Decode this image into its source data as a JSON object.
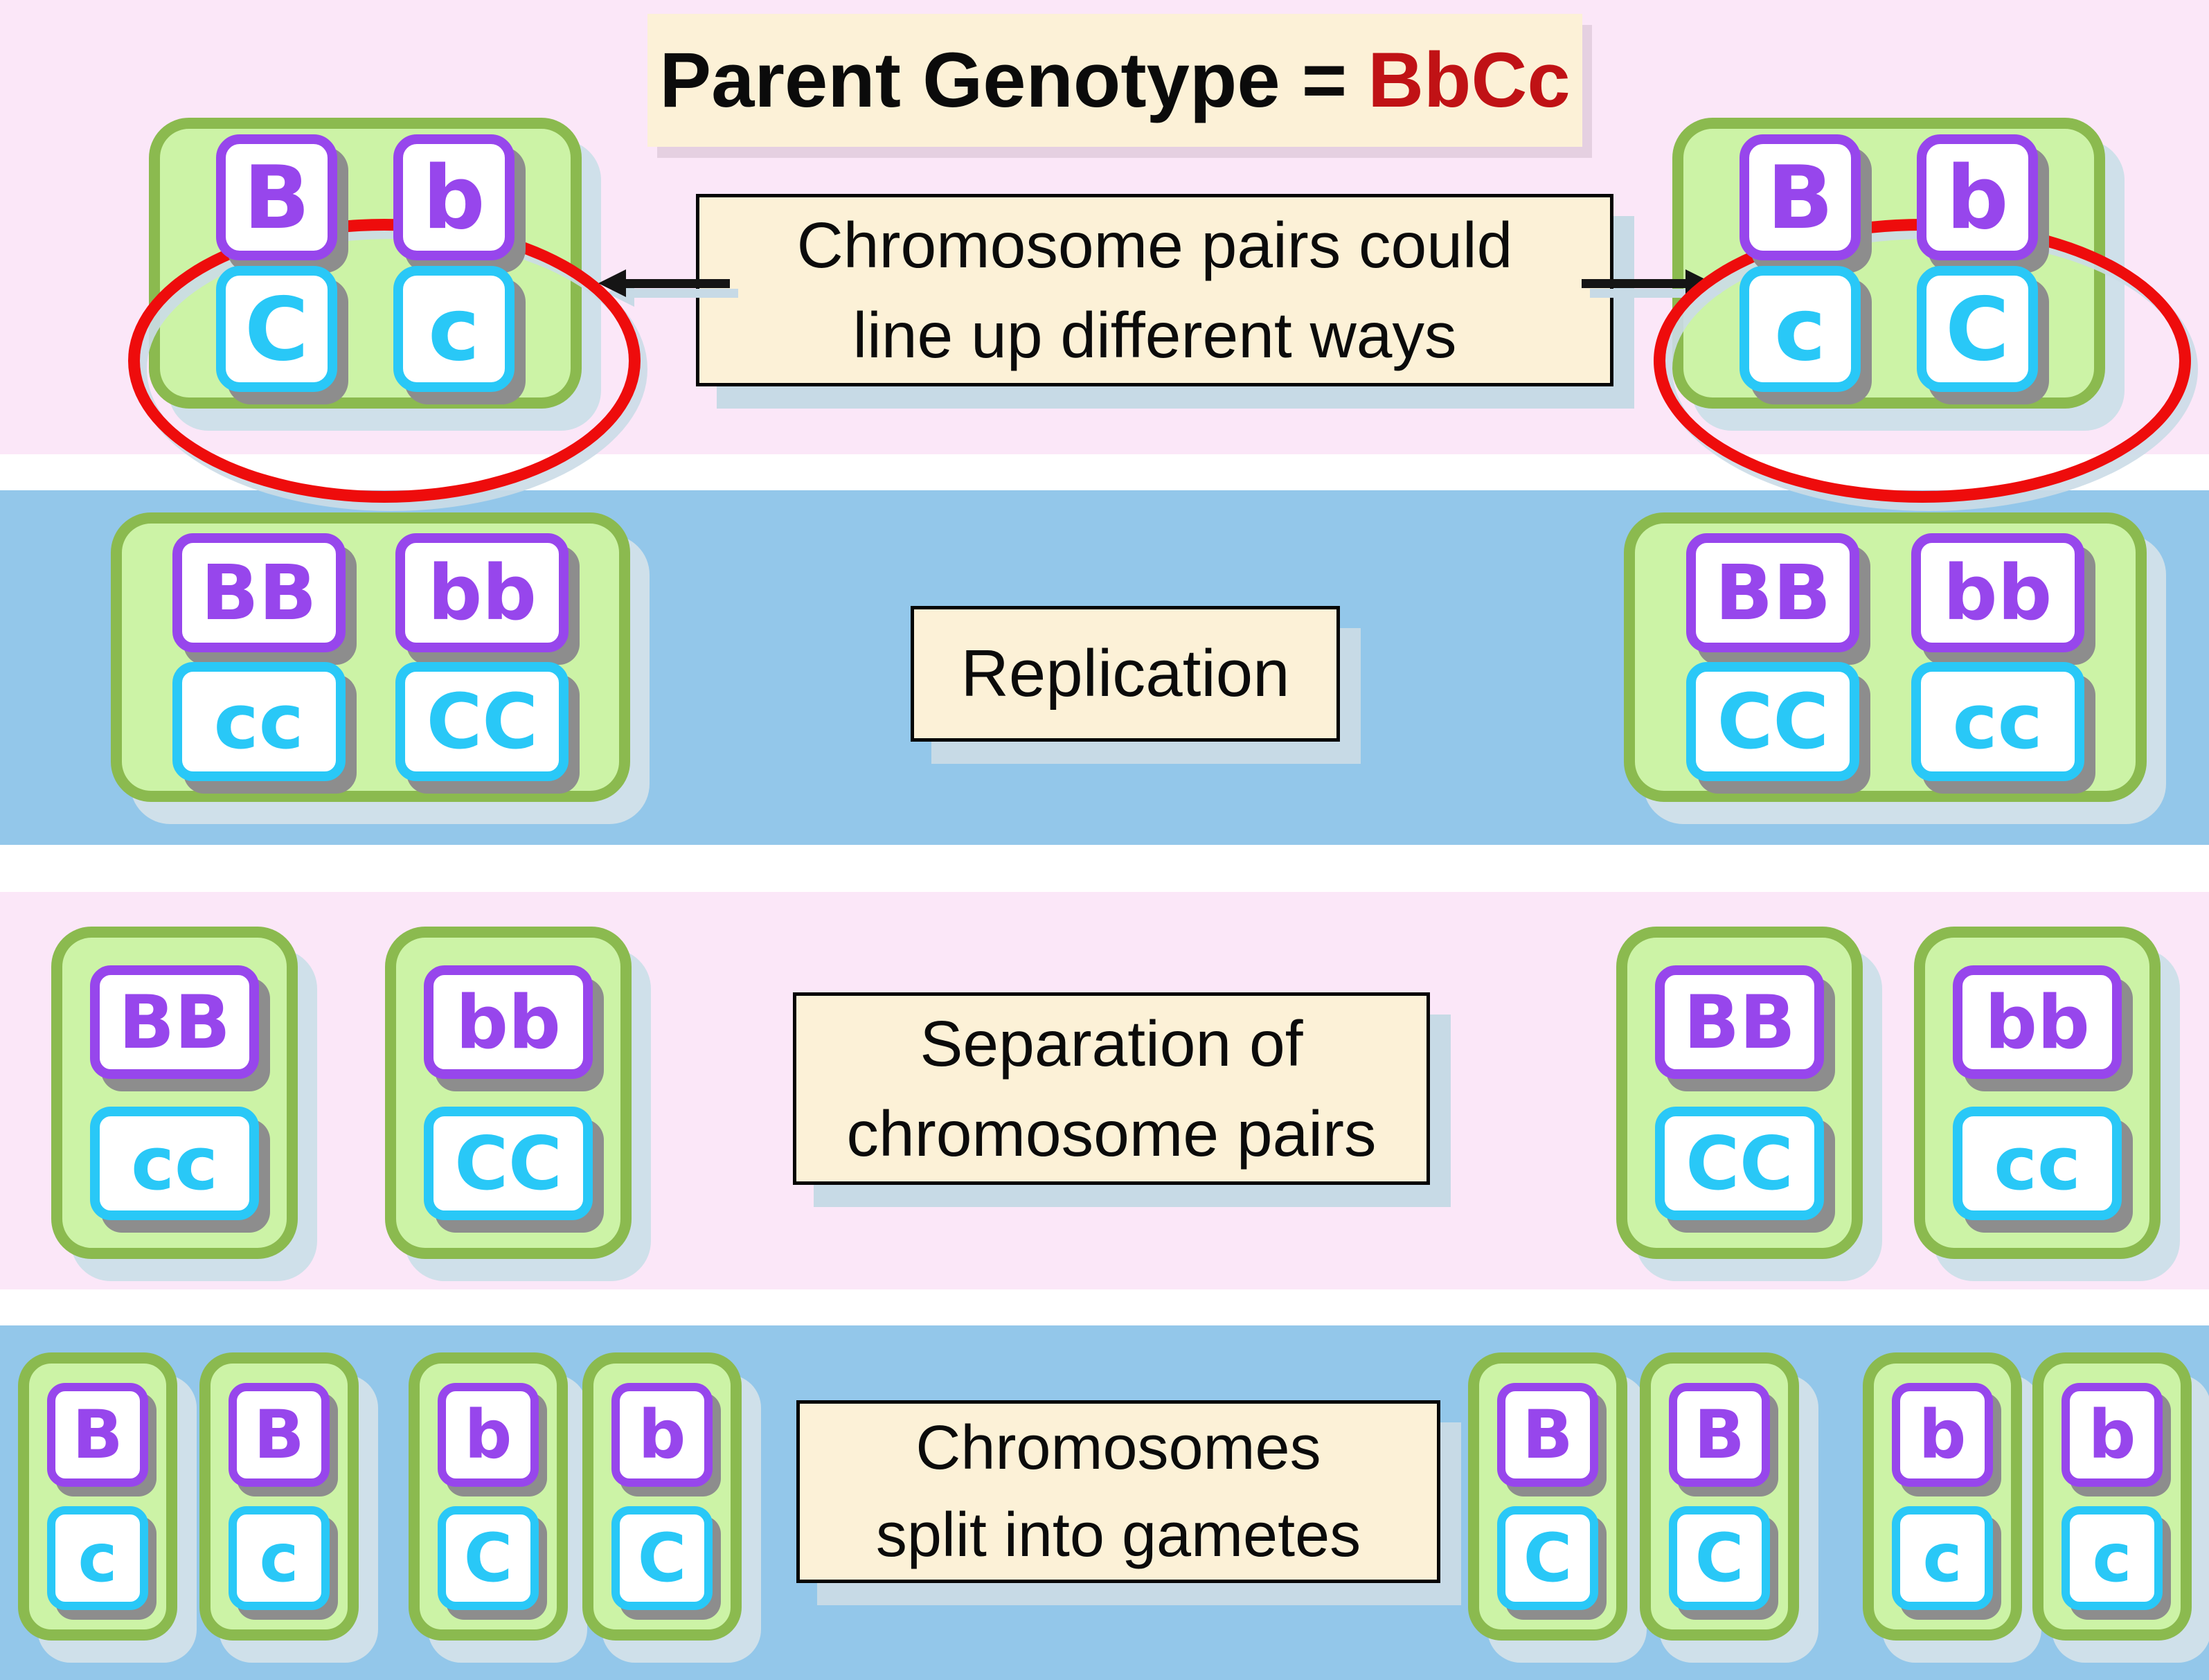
{
  "title": {
    "prefix": "Parent Genotype =",
    "genotype": "BbCc"
  },
  "annotations": {
    "lineup_line1": "Chromosome pairs could",
    "lineup_line2": "line up different ways",
    "replication": "Replication",
    "separation_line1": "Separation of",
    "separation_line2": "chromosome pairs",
    "split_line1": "Chromosomes",
    "split_line2": "split into gametes"
  },
  "stage1": {
    "left": [
      "B",
      "b",
      "C",
      "c"
    ],
    "right": [
      "B",
      "b",
      "c",
      "C"
    ]
  },
  "stage2": {
    "left": [
      "BB",
      "bb",
      "cc",
      "CC"
    ],
    "right": [
      "BB",
      "bb",
      "CC",
      "cc"
    ]
  },
  "stage3": {
    "boxes": [
      [
        "BB",
        "cc"
      ],
      [
        "bb",
        "CC"
      ],
      [
        "BB",
        "CC"
      ],
      [
        "bb",
        "cc"
      ]
    ]
  },
  "stage4": {
    "boxes": [
      [
        "B",
        "c"
      ],
      [
        "B",
        "c"
      ],
      [
        "b",
        "C"
      ],
      [
        "b",
        "C"
      ],
      [
        "B",
        "C"
      ],
      [
        "B",
        "C"
      ],
      [
        "b",
        "c"
      ],
      [
        "b",
        "c"
      ]
    ]
  },
  "colors": {
    "band_pink": "#fbe7f8",
    "band_blue": "#93c7ea",
    "group_box_fill": "#ccf3a6",
    "group_box_border": "#8bba4f",
    "allele_b_purple": "#9746ec",
    "allele_c_cyan": "#29c8f7",
    "highlight_red": "#ee0c0c",
    "label_cream": "#fcf1d7",
    "genotype_red": "#c01215"
  }
}
